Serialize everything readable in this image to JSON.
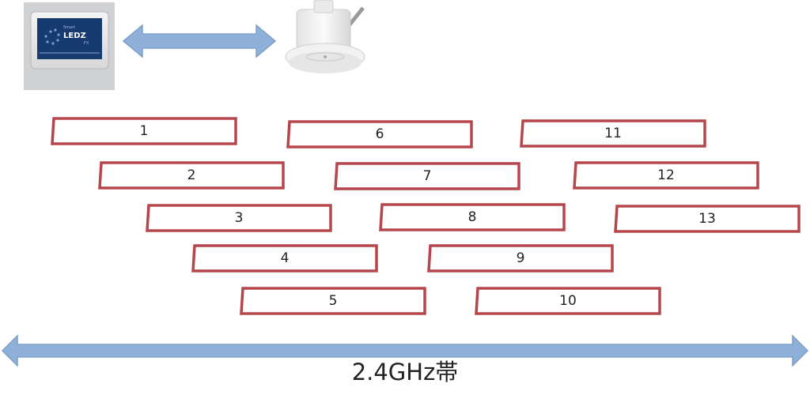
{
  "colors": {
    "channel_border": "#b5474c",
    "arrow_fill": "#8fb0d9",
    "arrow_stroke": "#7f9fca",
    "panel_bg": "#cfd1d3",
    "screen": "#173a70"
  },
  "devices": {
    "controller_icon": "touch-panel-controller",
    "sensor_icon": "ceiling-sensor",
    "screen_text": {
      "line1": "Smart",
      "line2": "LEDZ",
      "line3": "FX"
    }
  },
  "channels": [
    {
      "label": "1",
      "row": 0,
      "col": 0
    },
    {
      "label": "2",
      "row": 1,
      "col": 0
    },
    {
      "label": "3",
      "row": 2,
      "col": 0
    },
    {
      "label": "4",
      "row": 3,
      "col": 0
    },
    {
      "label": "5",
      "row": 4,
      "col": 0
    },
    {
      "label": "6",
      "row": 0,
      "col": 1
    },
    {
      "label": "7",
      "row": 1,
      "col": 1
    },
    {
      "label": "8",
      "row": 2,
      "col": 1
    },
    {
      "label": "9",
      "row": 3,
      "col": 1
    },
    {
      "label": "10",
      "row": 4,
      "col": 1
    },
    {
      "label": "11",
      "row": 0,
      "col": 2
    },
    {
      "label": "12",
      "row": 1,
      "col": 2
    },
    {
      "label": "13",
      "row": 2,
      "col": 2
    }
  ],
  "band": {
    "label": "2.4GHz帯"
  }
}
